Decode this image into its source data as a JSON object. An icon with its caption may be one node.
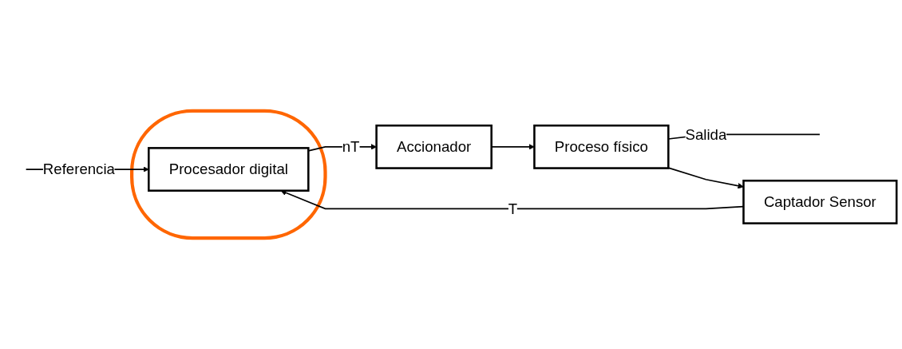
{
  "diagram": {
    "nodes": [
      {
        "text": [],
        "shape": "ellipse"
      },
      {
        "text": [
          "Procesador digital"
        ],
        "in": 0
      },
      {
        "text": [
          "Accionador"
        ]
      },
      {
        "text": [
          "Proceso físico"
        ]
      },
      {
        "text": [
          "Captador Sensor"
        ]
      }
    ],
    "edges": [
      {
        "from": null,
        "to": 1,
        "arrow": "to",
        "label": "Referencia"
      },
      {
        "from": 1,
        "to": 2,
        "arrow": "to",
        "label": "nT"
      },
      {
        "from": 2,
        "to": 3,
        "arrow": "to"
      },
      {
        "from": 3,
        "to": null,
        "arrow": "none",
        "label": "Salida"
      },
      {
        "from": 3,
        "to": 4,
        "arrow": "to"
      },
      {
        "from": 4,
        "to": 1,
        "arrow": "to",
        "label": "T"
      }
    ]
  }
}
